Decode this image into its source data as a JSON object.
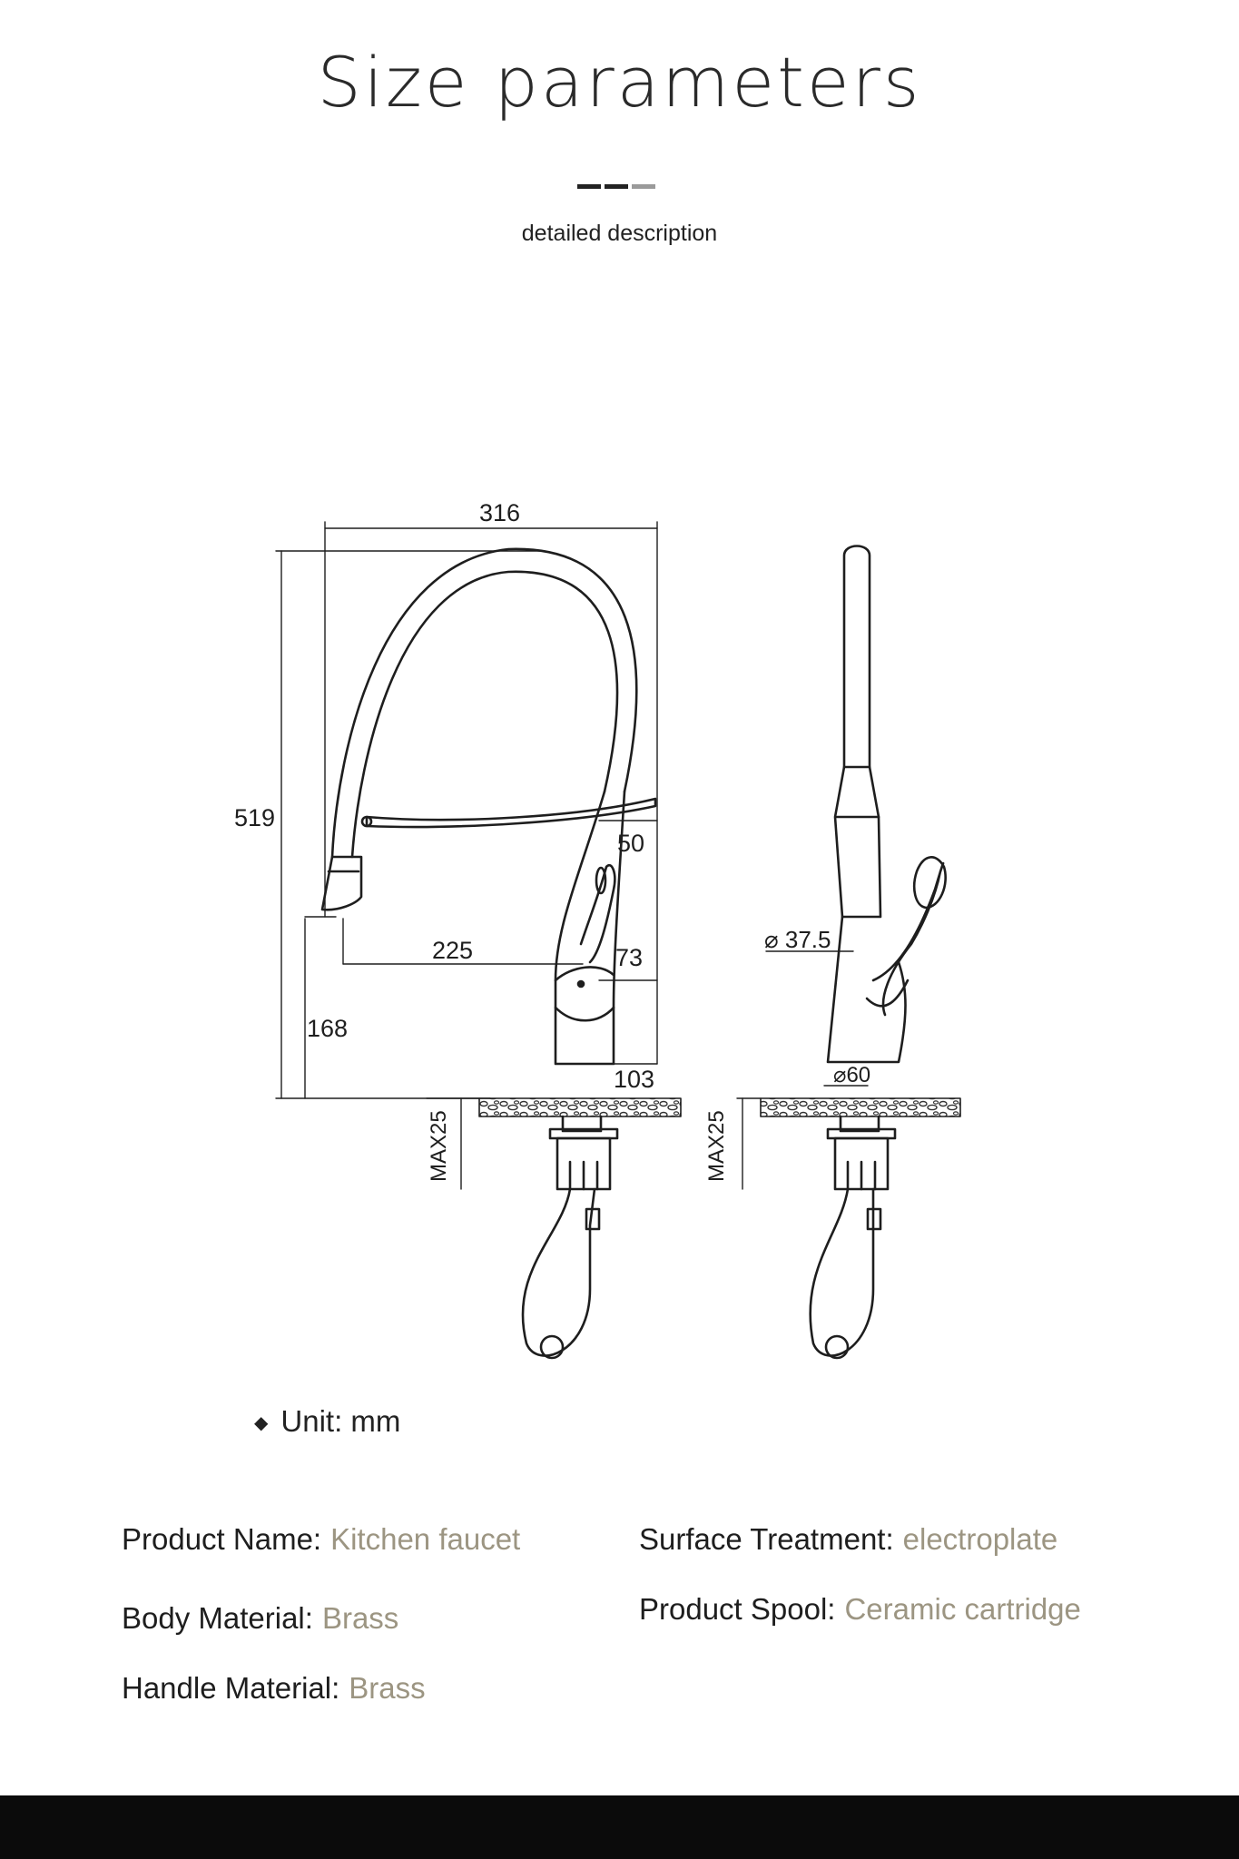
{
  "header": {
    "title": "Size parameters",
    "subtitle": "detailed description"
  },
  "colors": {
    "divider_dark": "#222222",
    "divider_light": "#9a9a9a",
    "value_text": "#9c9582",
    "footer": "#0b0b0b"
  },
  "drawing": {
    "dim_316": "316",
    "dim_519": "519",
    "dim_50": "50",
    "dim_225": "225",
    "dim_73": "73",
    "dim_168": "168",
    "dim_103": "103",
    "max_left": "MAX25",
    "max_right": "MAX25",
    "dia_375": "⌀ 37.5",
    "dia_60": "⌀60"
  },
  "unit": {
    "bullet": "◆",
    "label": "Unit: mm"
  },
  "specs": {
    "product_name": {
      "label": "Product Name:",
      "value": "Kitchen faucet"
    },
    "body_material": {
      "label": "Body Material:",
      "value": "Brass"
    },
    "handle_material": {
      "label": "Handle Material:",
      "value": "Brass"
    },
    "surface_treatment": {
      "label": "Surface Treatment:",
      "value": "electroplate"
    },
    "product_spool": {
      "label": "Product Spool:",
      "value": "Ceramic cartridge"
    }
  }
}
